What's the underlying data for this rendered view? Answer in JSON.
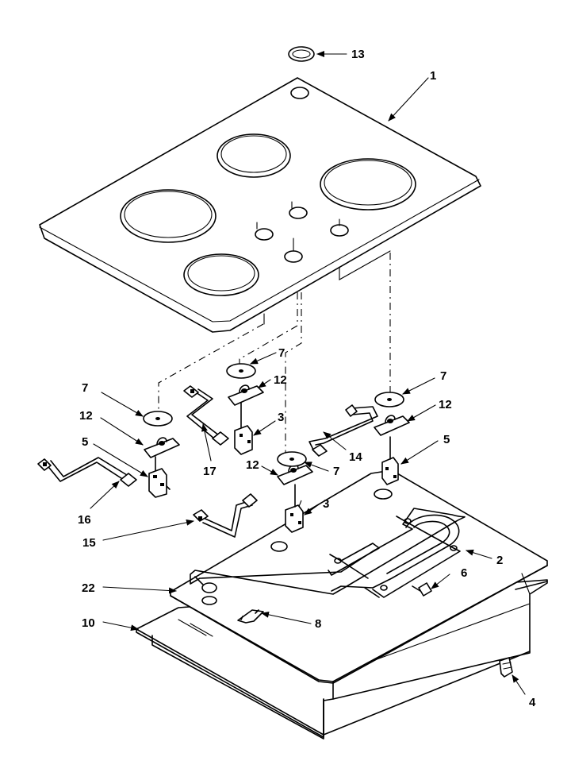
{
  "callouts": {
    "c1": "1",
    "c2": "2",
    "c3a": "3",
    "c3b": "3",
    "c4": "4",
    "c5a": "5",
    "c5b": "5",
    "c6": "6",
    "c7a": "7",
    "c7b": "7",
    "c7c": "7",
    "c7d": "7",
    "c8": "8",
    "c10": "10",
    "c12a": "12",
    "c12b": "12",
    "c12c": "12",
    "c12d": "12",
    "c13": "13",
    "c14": "14",
    "c15": "15",
    "c16": "16",
    "c17": "17",
    "c22": "22"
  }
}
